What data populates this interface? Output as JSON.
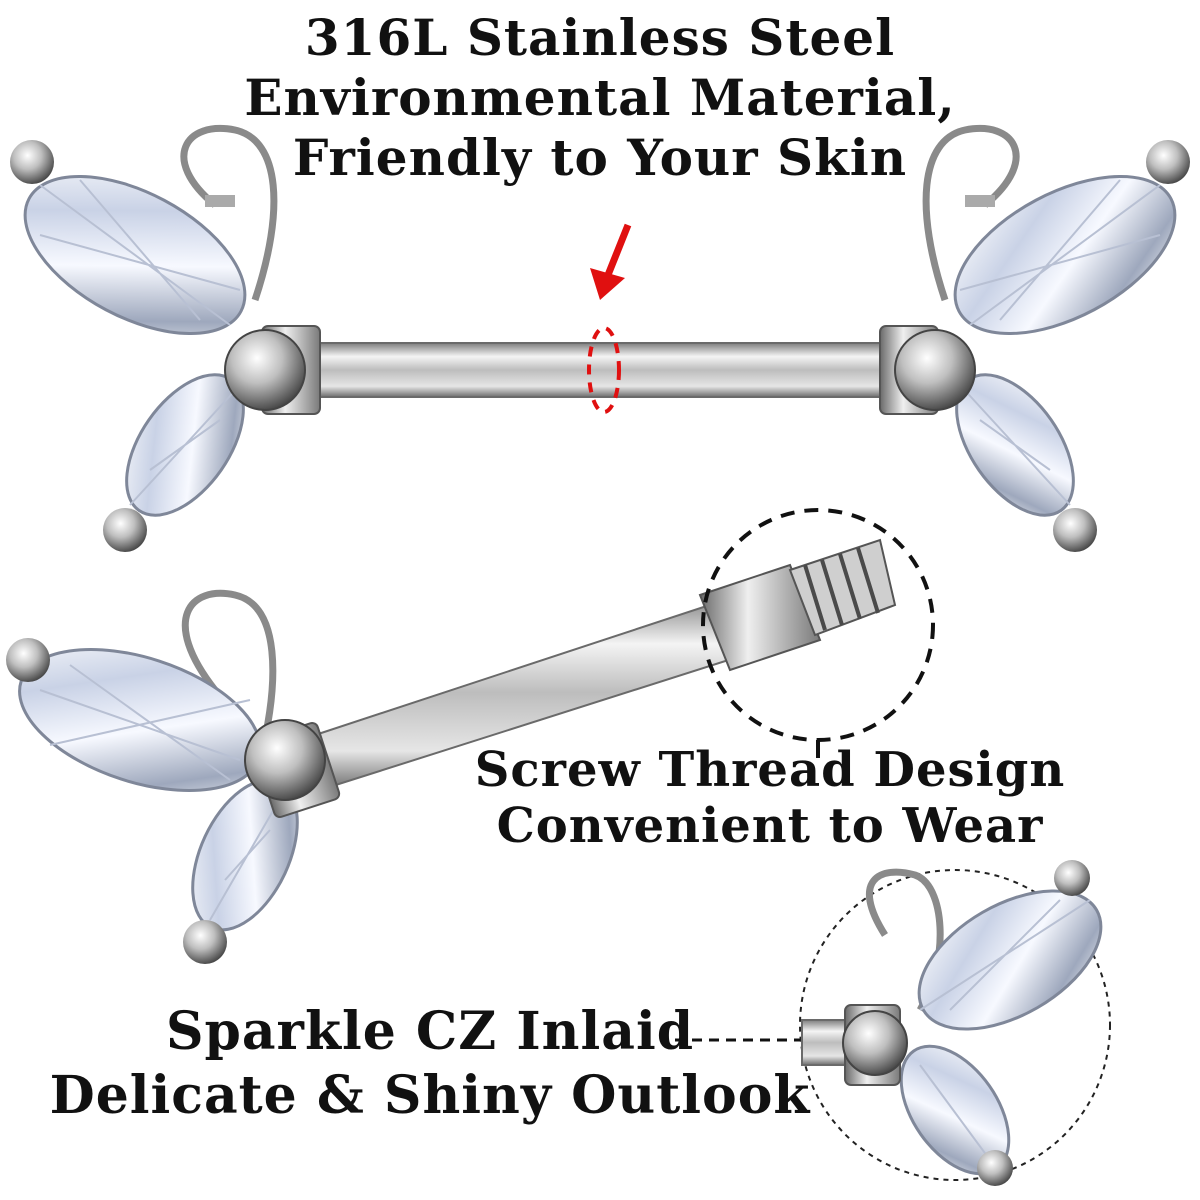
{
  "captions": {
    "material": {
      "line1": "316L Stainless Steel",
      "line2": "Environmental Material,",
      "line3": "Friendly to Your Skin"
    },
    "thread": {
      "line1": "Screw Thread Design",
      "line2": "Convenient to Wear"
    },
    "cz": {
      "line1": "Sparkle CZ Inlaid",
      "line2": "Delicate & Shiny Outlook"
    }
  },
  "colors": {
    "background": "#ffffff",
    "text": "#111111",
    "callout_arrow": "#e01010",
    "steel_light": "#f2f2f2",
    "steel_dark": "#8a8a8a"
  }
}
